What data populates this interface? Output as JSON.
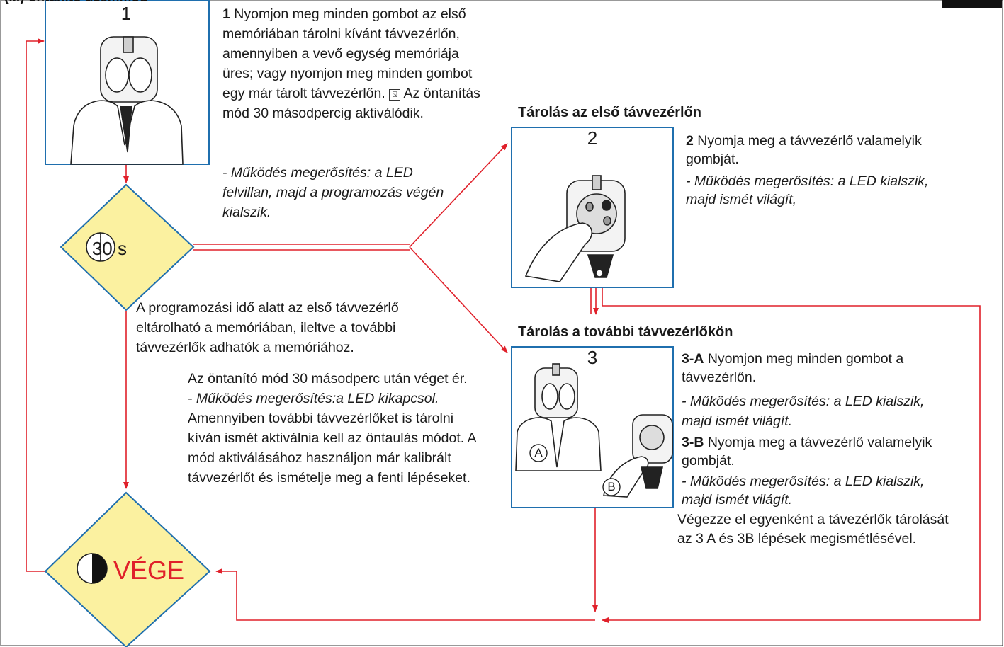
{
  "page": {
    "top_clipped_heading": "(...) öntanító üzemmód"
  },
  "colors": {
    "connector": "#e0202a",
    "box_border": "#1f6fae",
    "diamond_fill": "#fbf1a0",
    "diamond_border": "#1f6fae",
    "end_label": "#e0202a",
    "text": "#1a1a1a"
  },
  "step1": {
    "number": "1",
    "lead": "1",
    "text": " Nyomjon meg minden gombot az első\nmemóriában tárolni kívánt távvezérlőn,\namennyiben a vevő egység memóriája\nüres;  vagy nyomjon meg minden gombot\negy már tárolt távvezérlőn.",
    "text_tail": " Az öntanítás\nmód 30 másodpercig aktiválódik.",
    "inline_icon_glyph": "⍄",
    "confirm": "- Működés megerősítés:  a LED\nfelvillan, majd a programozás végén\nkialszik."
  },
  "timer": {
    "label": "30 s",
    "note": "A programozási idő alatt az első távvezérlő\neltárolható a memóriában, ileltve a további\ntávvezérlők adhatók a memóriához."
  },
  "timeout_note": {
    "line1": "Az öntanító mód 30 másodperc után véget ér.",
    "confirm": "- Működés megerősítés:a LED  kikapcsol.",
    "rest": "Amennyiben további távvezérlőket is tárolni\nkíván ismét aktiválnia kell az öntaulás módot. A\nmód aktiválásához használjon már kalibrált\ntávvezérlőt és ismételje meg a fenti lépéseket."
  },
  "step2": {
    "heading": "Tárolás az első távvezérlőn",
    "number": "2",
    "lead": "2",
    "text": " Nyomja meg a távvezérlő valamelyik\ngombját.",
    "confirm": "- Működés megerősítés: a LED kialszik,\nmajd ismét világít,"
  },
  "step3": {
    "heading": "Tárolás a további távvezérlőkön",
    "number": "3",
    "label_a": "A",
    "label_b": "B",
    "lead_a": "3-A",
    "text_a": " Nyomjon meg minden gombot a\ntávvezérlőn.",
    "confirm_a": "- Működés megerősítés: a LED kialszik,\nmajd ismét világít.",
    "lead_b": "3-B",
    "text_b": " Nyomja meg a távvezérlő valamelyik\ngombját.",
    "confirm_b": "- Működés megerősítés: a LED kialszik,\nmajd ismét világít.",
    "repeat": "Végezze el egyenként a távezérlők tárolását\naz 3 A  és 3B lépések megismétlésével."
  },
  "end": {
    "label": "VÉGE"
  }
}
